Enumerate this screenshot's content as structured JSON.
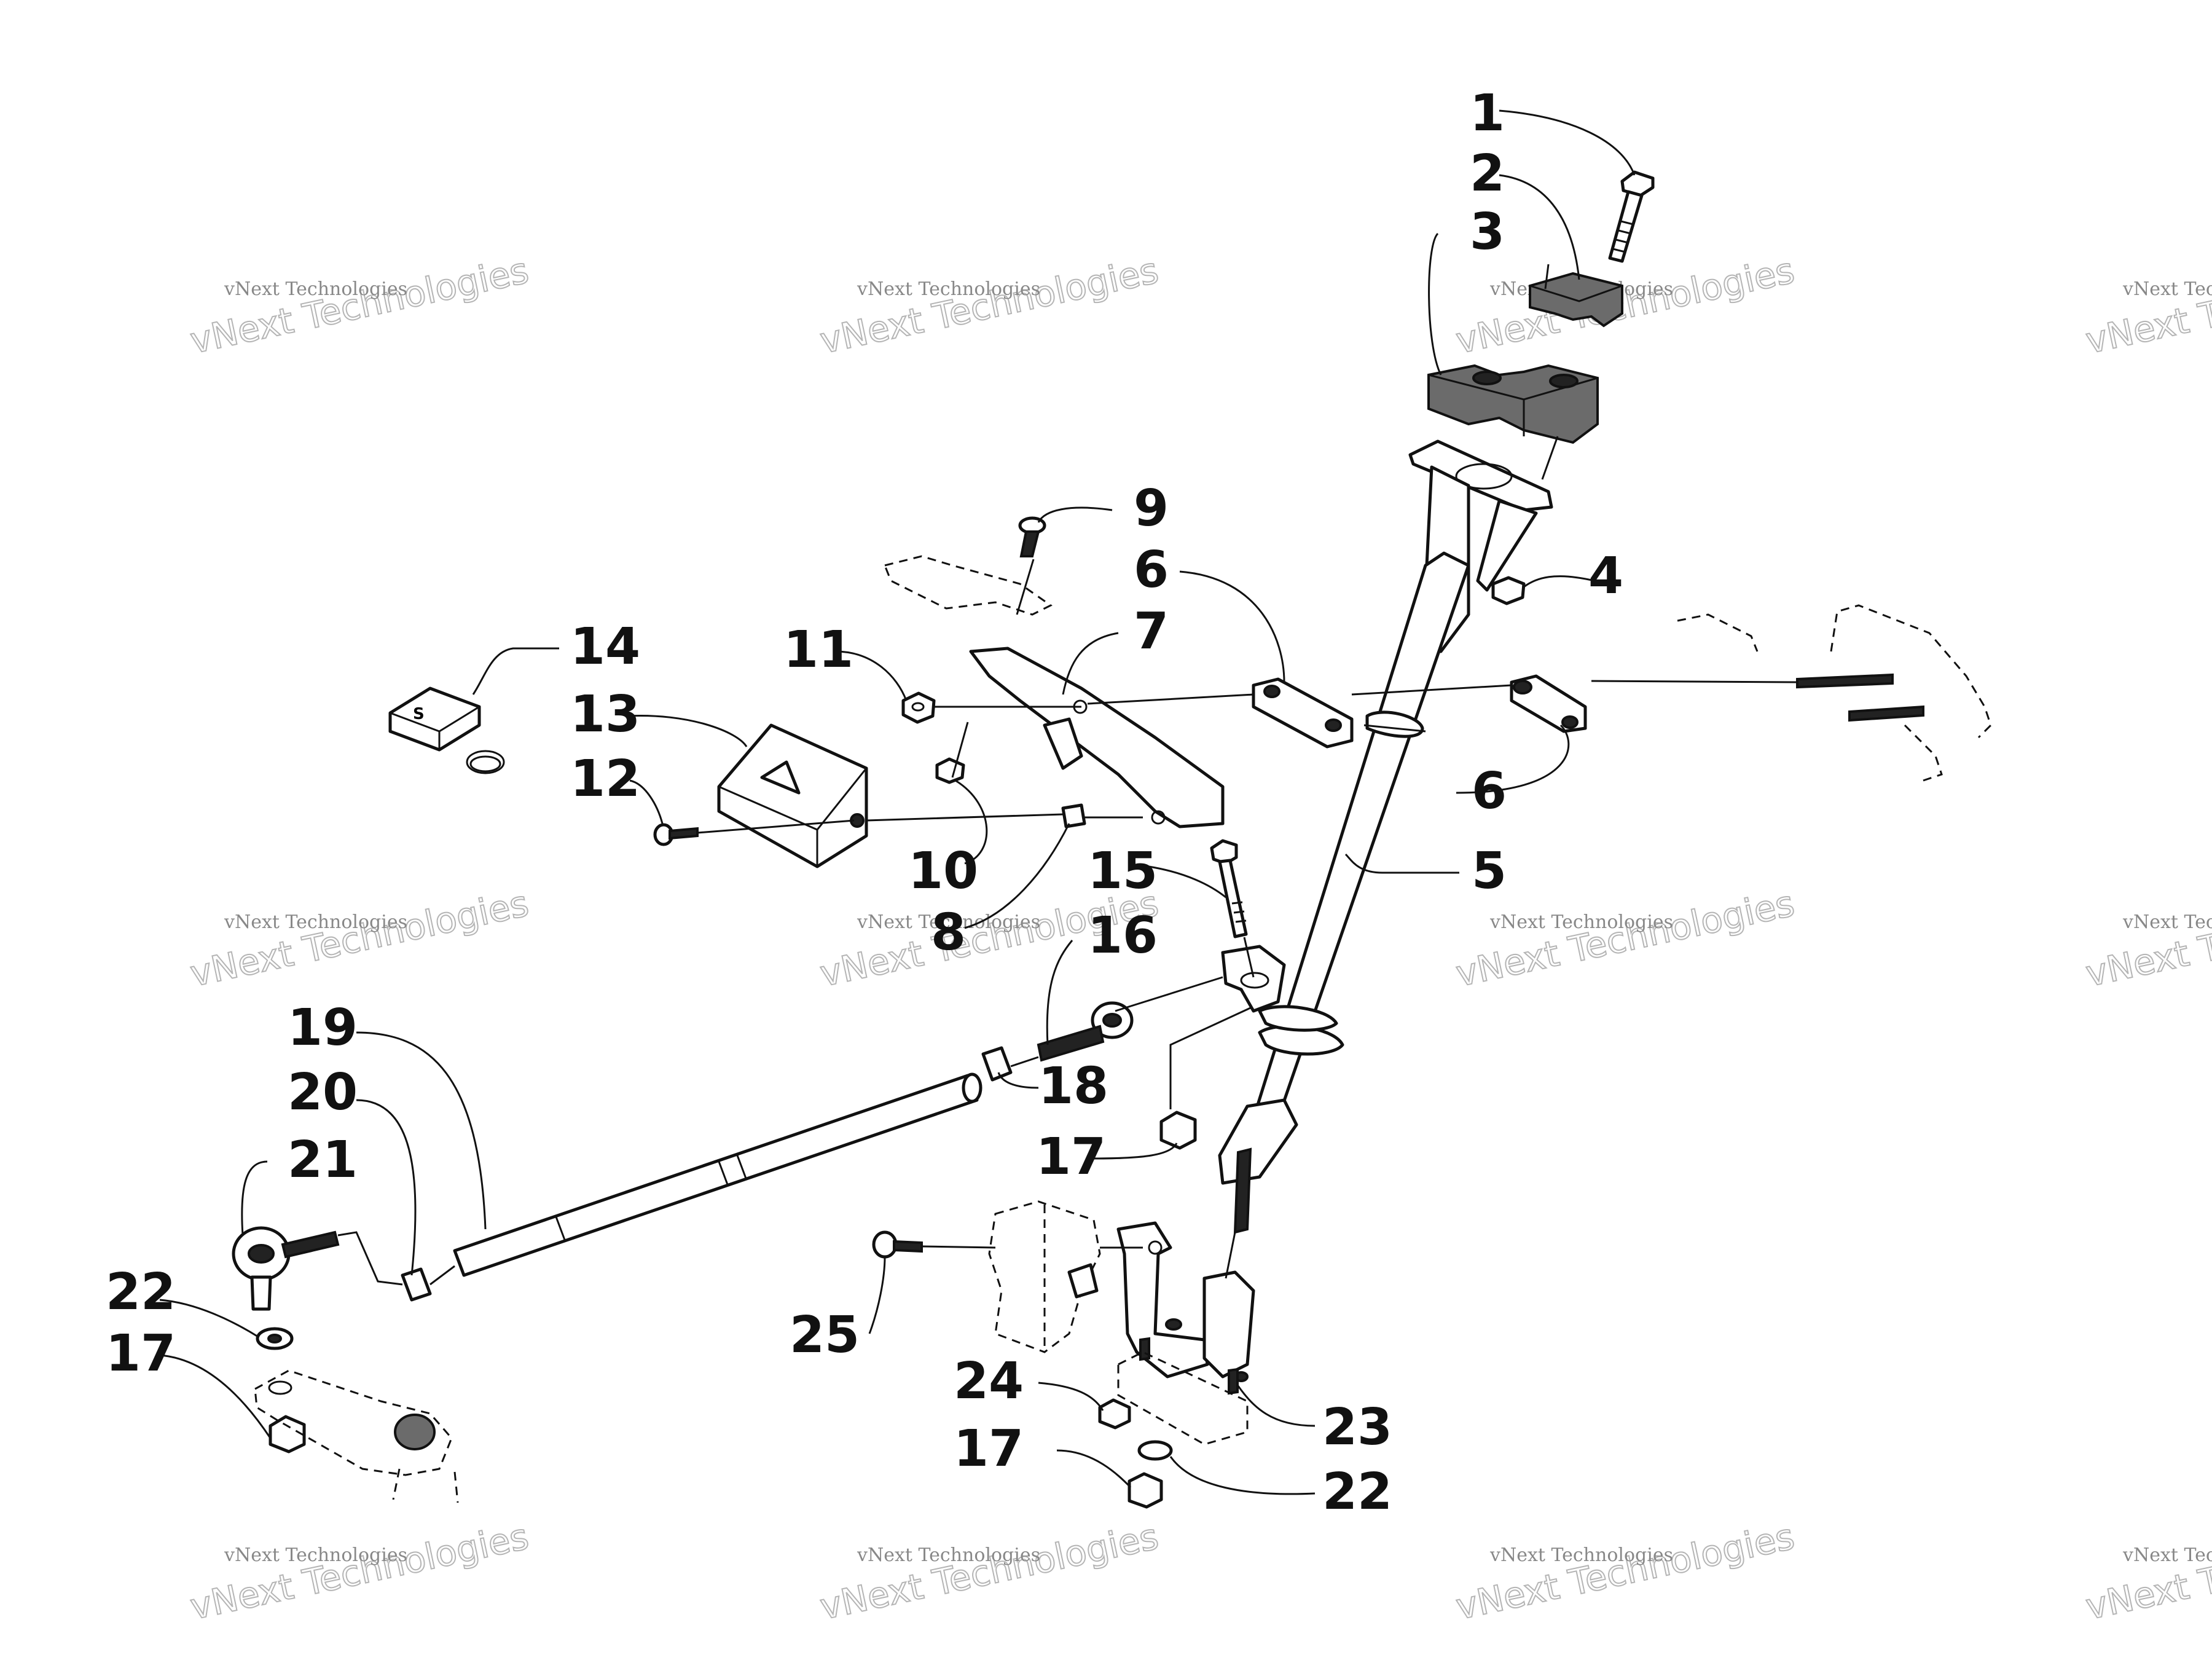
{
  "callouts": [
    {
      "id": "c1",
      "label": "1"
    },
    {
      "id": "c2",
      "label": "2"
    },
    {
      "id": "c3",
      "label": "3"
    },
    {
      "id": "c4",
      "label": "4"
    },
    {
      "id": "c5",
      "label": "5"
    },
    {
      "id": "c6a",
      "label": "6"
    },
    {
      "id": "c6b",
      "label": "6"
    },
    {
      "id": "c7",
      "label": "7"
    },
    {
      "id": "c8",
      "label": "8"
    },
    {
      "id": "c9",
      "label": "9"
    },
    {
      "id": "c10",
      "label": "10"
    },
    {
      "id": "c11",
      "label": "11"
    },
    {
      "id": "c12",
      "label": "12"
    },
    {
      "id": "c13",
      "label": "13"
    },
    {
      "id": "c14",
      "label": "14"
    },
    {
      "id": "c15",
      "label": "15"
    },
    {
      "id": "c16",
      "label": "16"
    },
    {
      "id": "c17a",
      "label": "17"
    },
    {
      "id": "c17b",
      "label": "17"
    },
    {
      "id": "c17c",
      "label": "17"
    },
    {
      "id": "c18",
      "label": "18"
    },
    {
      "id": "c19",
      "label": "19"
    },
    {
      "id": "c20",
      "label": "20"
    },
    {
      "id": "c21",
      "label": "21"
    },
    {
      "id": "c22a",
      "label": "22"
    },
    {
      "id": "c22b",
      "label": "22"
    },
    {
      "id": "c23",
      "label": "23"
    },
    {
      "id": "c24",
      "label": "24"
    },
    {
      "id": "c25",
      "label": "25"
    }
  ],
  "watermark": {
    "small": "vNext Technologies",
    "large": "vNext Technologies"
  }
}
